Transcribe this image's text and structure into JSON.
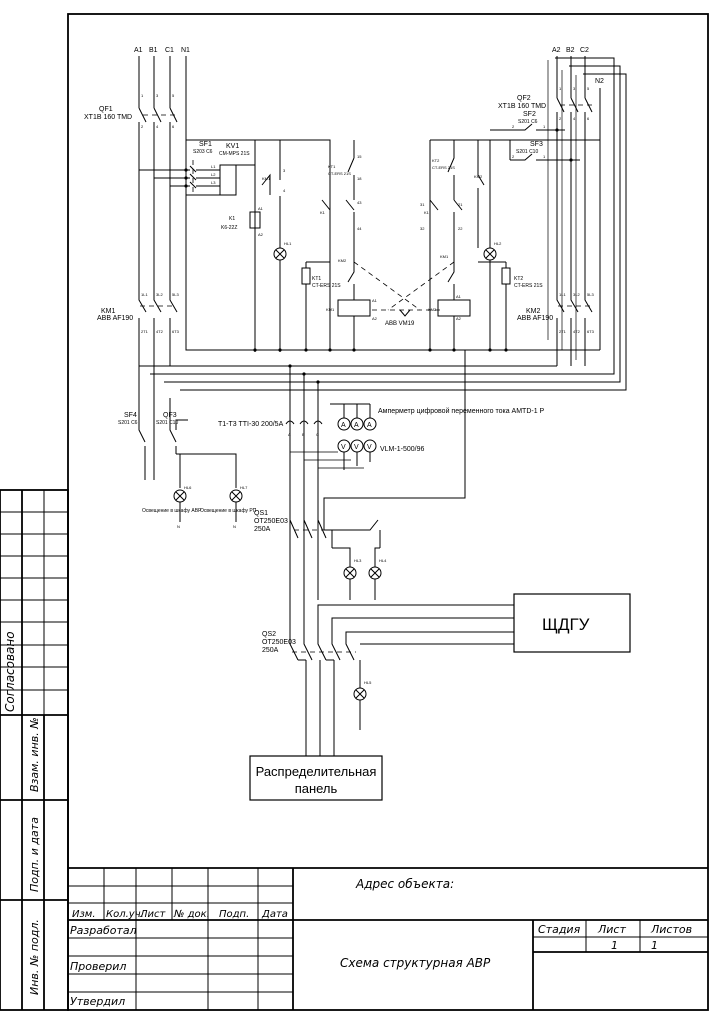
{
  "schematic": {
    "phases_left": [
      "A1",
      "B1",
      "C1",
      "N1"
    ],
    "phases_right": [
      "A2",
      "B2",
      "C2"
    ],
    "neutral_right": "N2",
    "qf1": {
      "name": "QF1",
      "model": "XT1B 160 TMD"
    },
    "qf2": {
      "name": "QF2",
      "model": "XT1B 160 TMD"
    },
    "sf1": {
      "name": "SF1",
      "model": "S203 C6"
    },
    "kv1": {
      "name": "KV1",
      "model": "CM-MPS 21S"
    },
    "k1": {
      "name": "K1",
      "model": "K6-22Z"
    },
    "kt1": {
      "name": "KT1",
      "model": "CT-ERS 21S"
    },
    "kt2": {
      "name": "KT2",
      "model": "CT-ERS 21S"
    },
    "sf2": {
      "name": "SF2",
      "model": "S201 C6"
    },
    "sf3": {
      "name": "SF3",
      "model": "S201 C10"
    },
    "km1": {
      "name": "KM1",
      "model": "ABB AF190"
    },
    "km2": {
      "name": "KM2",
      "model": "ABB AF190"
    },
    "interlock": "ABB VM19",
    "hl1": "HL1",
    "hl2": "HL2",
    "sf4": {
      "name": "SF4",
      "model": "S201 C6"
    },
    "qf3": {
      "name": "QF3",
      "model": "S201 C10"
    },
    "ct": "T1-T3 TTI-30 200/5A",
    "ammeter": "Амперметр цифровой переменного тока AMTD-1 P",
    "voltmeter": "VLM-1-500/96",
    "hl6": {
      "name": "HL6",
      "caption": "Освещение в шкафу АВР"
    },
    "hl7": {
      "name": "HL7",
      "caption": "Освещение в шкафу РП"
    },
    "qs1": {
      "name": "QS1",
      "model": "OT250E03",
      "rating": "250A"
    },
    "qs2": {
      "name": "QS2",
      "model": "OT250E03",
      "rating": "250A"
    },
    "hl3": "HL3",
    "hl4": "HL4",
    "hl5": "HL5",
    "generator_panel": "ЩДГУ",
    "distribution_panel_line1": "Распределительная",
    "distribution_panel_line2": "панель",
    "meter_a": "A",
    "meter_v": "V",
    "neutral": "N",
    "phase_a": "A",
    "phase_b": "B",
    "phase_c": "C"
  },
  "side_stamp": {
    "agreed": "Согласовано",
    "inv_replace": "Взам. инв. №",
    "sign_date": "Подп. и дата",
    "inv_orig": "Инв. № подл."
  },
  "title_block": {
    "address": "Адрес объекта:",
    "col_change": "Изм.",
    "col_qty": "Кол.уч.",
    "col_sheet": "Лист",
    "col_doc": "№ док.",
    "col_sign": "Подп.",
    "col_date": "Дата",
    "developed": "Разработал",
    "checked": "Проверил",
    "approved": "Утвердил",
    "drawing_title": "Схема структурная АВР",
    "stage_label": "Стадия",
    "sheet_label": "Лист",
    "sheets_label": "Листов",
    "sheet_value": "1",
    "sheets_value": "1"
  }
}
